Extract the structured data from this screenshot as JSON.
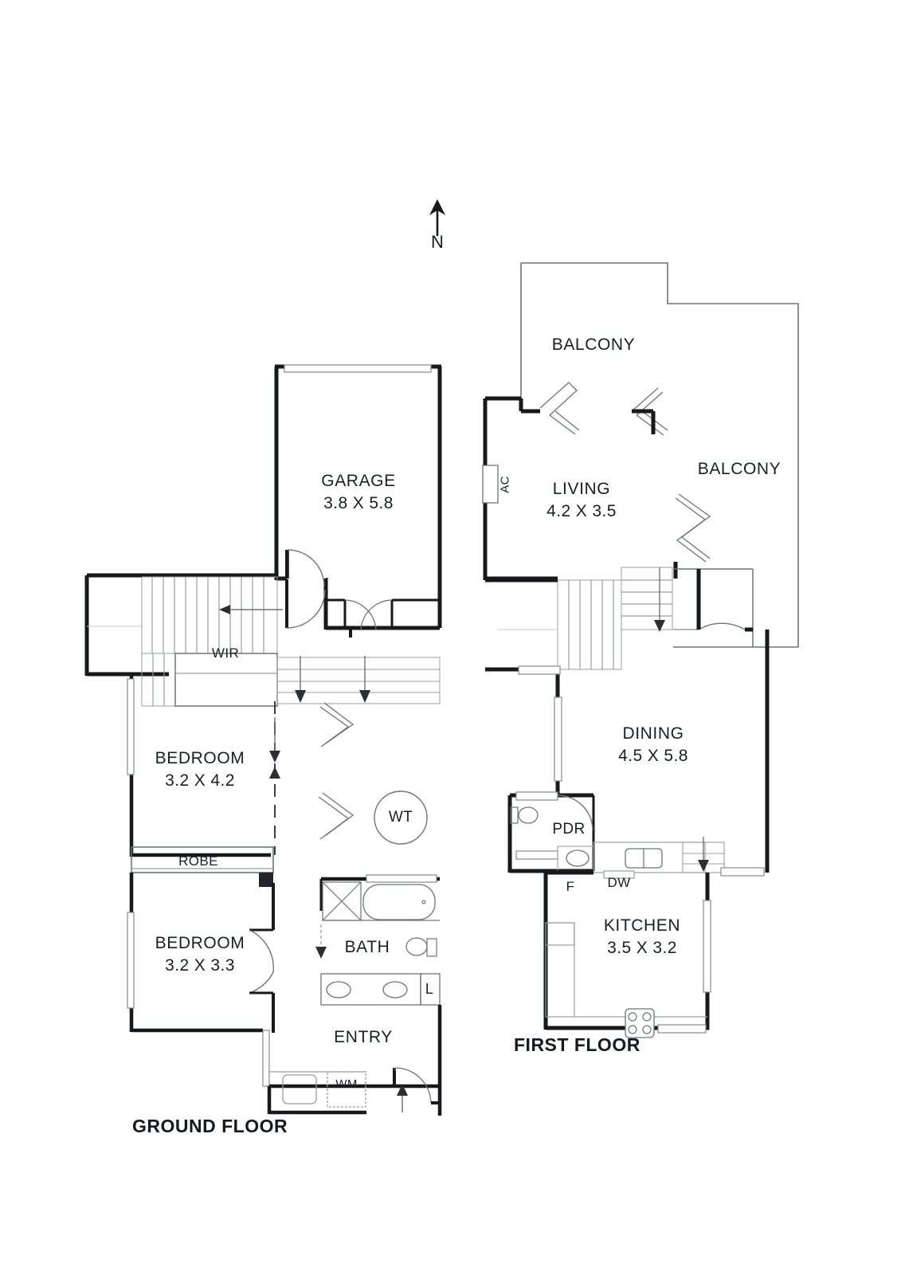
{
  "document": {
    "type": "real-estate-floorplan",
    "orientation_marker": {
      "letter": "N",
      "icon": "north-arrow-icon"
    }
  },
  "colors": {
    "wall": "#16191e",
    "thin_line": "#6f7377",
    "fixture_line": "#8b8f93",
    "text": "#1a1f26",
    "background": "#ffffff"
  },
  "floors": [
    {
      "id": "ground",
      "title": "GROUND FLOOR",
      "rooms": [
        {
          "name": "GARAGE",
          "dims": "3.8 X 5.8"
        },
        {
          "name": "BEDROOM",
          "dims": "3.2 X 4.2"
        },
        {
          "name": "BEDROOM",
          "dims": "3.2 X 3.3"
        },
        {
          "name": "BATH",
          "dims": ""
        },
        {
          "name": "ENTRY",
          "dims": ""
        }
      ],
      "annotations": [
        {
          "text": "WIR",
          "kind": "walk-in-robe"
        },
        {
          "text": "ROBE",
          "kind": "robe"
        },
        {
          "text": "WT",
          "kind": "water-tank"
        },
        {
          "text": "WM",
          "kind": "washing-machine"
        },
        {
          "text": "L",
          "kind": "linen"
        }
      ]
    },
    {
      "id": "first",
      "title": "FIRST FLOOR",
      "rooms": [
        {
          "name": "LIVING",
          "dims": "4.2 X 3.5"
        },
        {
          "name": "DINING",
          "dims": "4.5 X 5.8"
        },
        {
          "name": "KITCHEN",
          "dims": "3.5 X 3.2"
        }
      ],
      "annotations": [
        {
          "text": "BALCONY",
          "kind": "balcony-north"
        },
        {
          "text": "BALCONY",
          "kind": "balcony-east"
        },
        {
          "text": "AC",
          "kind": "air-conditioner"
        },
        {
          "text": "PDR",
          "kind": "powder-room"
        },
        {
          "text": "DW",
          "kind": "dishwasher"
        },
        {
          "text": "F",
          "kind": "fridge"
        }
      ]
    }
  ],
  "labels": {
    "garage_name": "GARAGE",
    "garage_dims": "3.8 X 5.8",
    "bedroom1_name": "BEDROOM",
    "bedroom1_dims": "3.2 X 4.2",
    "bedroom2_name": "BEDROOM",
    "bedroom2_dims": "3.2 X 3.3",
    "bath_name": "BATH",
    "entry_name": "ENTRY",
    "wir": "WIR",
    "robe": "ROBE",
    "wt": "WT",
    "wm": "WM",
    "linen": "L",
    "living_name": "LIVING",
    "living_dims": "4.2 X 3.5",
    "dining_name": "DINING",
    "dining_dims": "4.5 X 5.8",
    "kitchen_name": "KITCHEN",
    "kitchen_dims": "3.5 X 3.2",
    "balcony_north": "BALCONY",
    "balcony_east": "BALCONY",
    "ac": "AC",
    "pdr": "PDR",
    "dw": "DW",
    "fridge": "F",
    "ground_floor_title": "GROUND FLOOR",
    "first_floor_title": "FIRST FLOOR",
    "north": "N"
  }
}
